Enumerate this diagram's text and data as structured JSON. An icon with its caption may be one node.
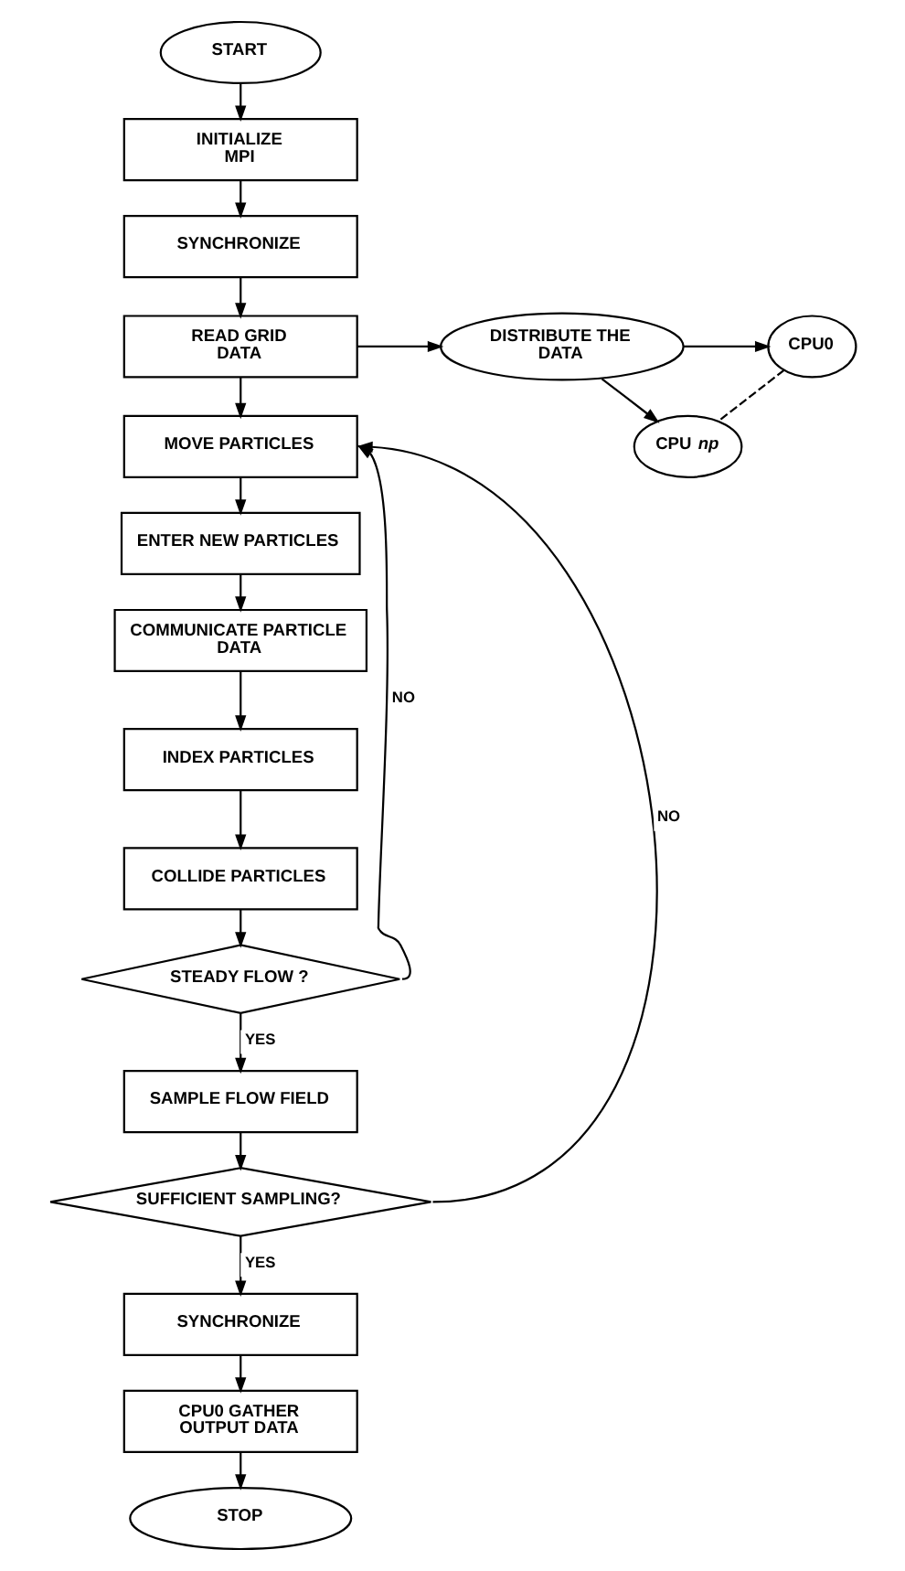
{
  "diagram": {
    "nodes": [
      {
        "text": [
          "START"
        ]
      },
      {
        "text": [
          "INITIALIZE MPI"
        ]
      },
      {
        "text": [
          "SYNCHRONIZE"
        ]
      },
      {
        "text": [
          "READ GRID DATA"
        ]
      },
      {
        "text": [
          "DISTRIBUTE THE DATA"
        ]
      },
      {
        "text": [
          "CPU0"
        ]
      },
      {
        "text": [
          "CPU *np*"
        ]
      },
      {
        "text": [
          "MOVE PARTICLES"
        ]
      },
      {
        "text": [
          "ENTER NEW PARTICLES"
        ]
      },
      {
        "text": [
          "COMMUNICATE PARTICLE DATA"
        ]
      },
      {
        "text": [
          "INDEX PARTICLES"
        ]
      },
      {
        "text": [
          "COLLIDE PARTICLES"
        ]
      },
      {
        "text": [
          "STEADY FLOW ?"
        ]
      },
      {
        "text": [
          "SAMPLE FLOW FIELD"
        ]
      },
      {
        "text": [
          "SUFFICIENT SAMPLING?"
        ]
      },
      {
        "text": [
          "SYNCHRONIZE"
        ]
      },
      {
        "text": [
          "CPU0 GATHER OUTPUT DATA"
        ]
      },
      {
        "text": [
          "STOP"
        ]
      }
    ],
    "edges": [
      {
        "from": 0,
        "to": 1,
        "arrow": "to"
      },
      {
        "from": 1,
        "to": 2,
        "arrow": "to"
      },
      {
        "from": 2,
        "to": 3,
        "arrow": "to"
      },
      {
        "from": 3,
        "to": 4,
        "arrow": "to"
      },
      {
        "from": 4,
        "to": 5,
        "arrow": "to"
      },
      {
        "from": 4,
        "to": 6,
        "arrow": "to"
      },
      {
        "from": 5,
        "to": 6,
        "arrow": "none",
        "style": "dashed"
      },
      {
        "from": 3,
        "to": 7,
        "arrow": "to"
      },
      {
        "from": 7,
        "to": 8,
        "arrow": "to"
      },
      {
        "from": 8,
        "to": 9,
        "arrow": "to"
      },
      {
        "from": 9,
        "to": 10,
        "arrow": "to"
      },
      {
        "from": 10,
        "to": 11,
        "arrow": "to"
      },
      {
        "from": 11,
        "to": 12,
        "arrow": "to"
      },
      {
        "from": 12,
        "to": 7,
        "arrow": "to",
        "label": "NO"
      },
      {
        "from": 12,
        "to": 13,
        "arrow": "to",
        "label": "YES"
      },
      {
        "from": 13,
        "to": 14,
        "arrow": "to"
      },
      {
        "from": 14,
        "to": 7,
        "arrow": "to",
        "label": "NO"
      },
      {
        "from": 14,
        "to": 15,
        "arrow": "to",
        "label": "YES"
      },
      {
        "from": 15,
        "to": 16,
        "arrow": "to"
      },
      {
        "from": 16,
        "to": 17,
        "arrow": "to"
      }
    ]
  }
}
